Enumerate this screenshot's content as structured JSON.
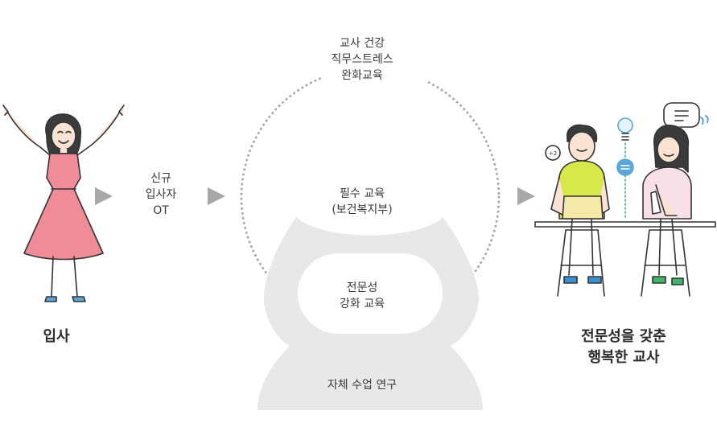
{
  "start": {
    "label": "입사"
  },
  "step1": {
    "label": "신규\n입사자\nOT"
  },
  "cycle": {
    "top_label": "교사 건강\n직무스트레스\n완화교육",
    "upper_label": "필수 교육\n(보건복지부)",
    "middle_label": "전문성\n강화 교육",
    "bottom_label": "자체 수업 연구"
  },
  "goal": {
    "label": "전문성을 갖춘\n행복한 교사",
    "bubble_text": "+2"
  },
  "colors": {
    "arrow": "#a8a8a8",
    "dotted_ring": "#a9a9a9",
    "grey_shape": "#e8e8e8",
    "dress": "#f08b98",
    "teacher_shirt": "#d6e84a",
    "accent_blue": "#5aa7d8",
    "accent_green": "#3fb66a"
  }
}
